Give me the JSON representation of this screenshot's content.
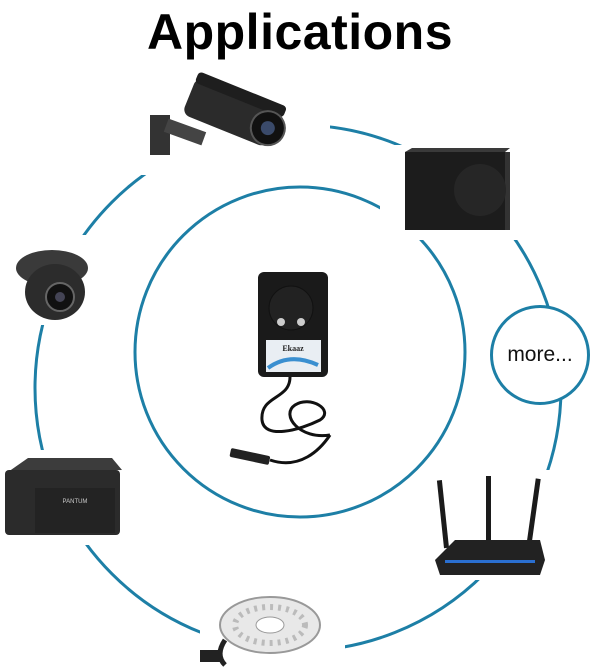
{
  "title": "Applications",
  "more_label": "more...",
  "adapter_brand": "Ekaaz",
  "printer_brand": "PANTUM",
  "colors": {
    "ring": "#1d7fa6",
    "device": "#2a2a2a"
  },
  "devices": [
    "cctv-bullet-camera",
    "subwoofer-speaker",
    "more",
    "wifi-router",
    "led-strip",
    "laser-printer",
    "dome-camera"
  ]
}
